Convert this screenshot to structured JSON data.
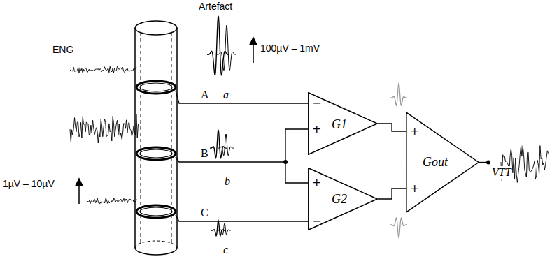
{
  "diagram": {
    "nodes": [
      {
        "text": [
          "G1",
          "−",
          "+"
        ]
      },
      {
        "text": [
          "G2",
          "+",
          "−"
        ]
      },
      {
        "text": [
          "Gout",
          "+",
          "+"
        ]
      }
    ],
    "edges": [
      {
        "from": 0,
        "to": 2,
        "arrow": "none"
      },
      {
        "from": 1,
        "to": 2,
        "arrow": "none"
      }
    ],
    "labels": [
      "Artefact",
      "ENG",
      "100µV – 1mV",
      "1µV – 10µV",
      "A",
      "B",
      "C",
      "a",
      "b",
      "c",
      "VTT"
    ]
  }
}
